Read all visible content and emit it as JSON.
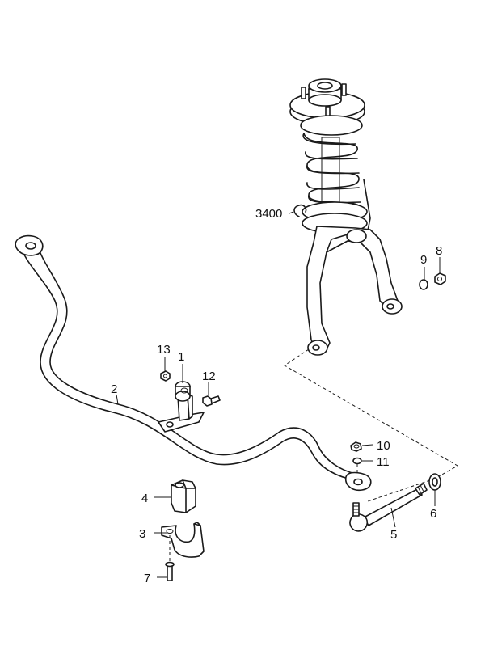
{
  "diagram": {
    "callouts": {
      "c1": "1",
      "c2": "2",
      "c3": "3",
      "c4": "4",
      "c5": "5",
      "c6": "6",
      "c7": "7",
      "c8": "8",
      "c9": "9",
      "c10": "10",
      "c11": "11",
      "c12": "12",
      "c13": "13",
      "c3400": "3400"
    }
  }
}
